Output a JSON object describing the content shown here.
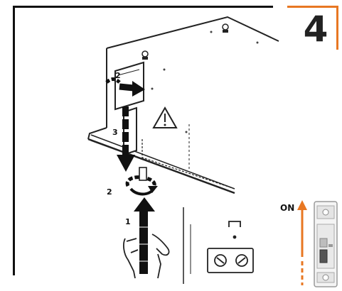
{
  "step": {
    "number": "4"
  },
  "labels": {
    "step_one": "1",
    "step_two": "2",
    "step_two_lower": "2",
    "step_three": "3",
    "on": "ON"
  },
  "colors": {
    "accent": "#e87722",
    "ink": "#111111"
  }
}
